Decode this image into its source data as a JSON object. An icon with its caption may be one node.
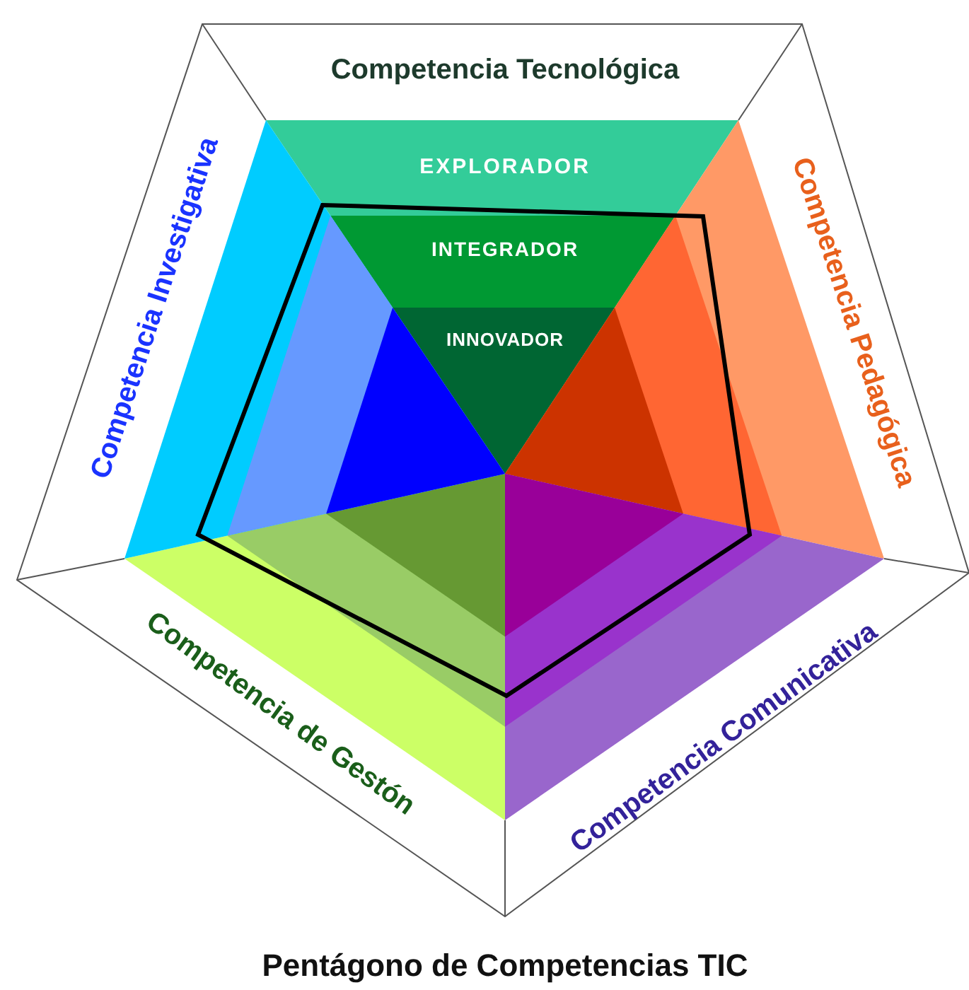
{
  "diagram": {
    "caption": "Pentágono de Competencias TIC",
    "labels": [
      "Competencia Tecnológica",
      "Competencia Investigativa",
      "Competencia Pedagógica",
      "EXPLORADOR",
      "INTEGRADOR",
      "INNOVADOR",
      "Competencia de Gestón",
      "Competencia Comunicativa"
    ]
  }
}
